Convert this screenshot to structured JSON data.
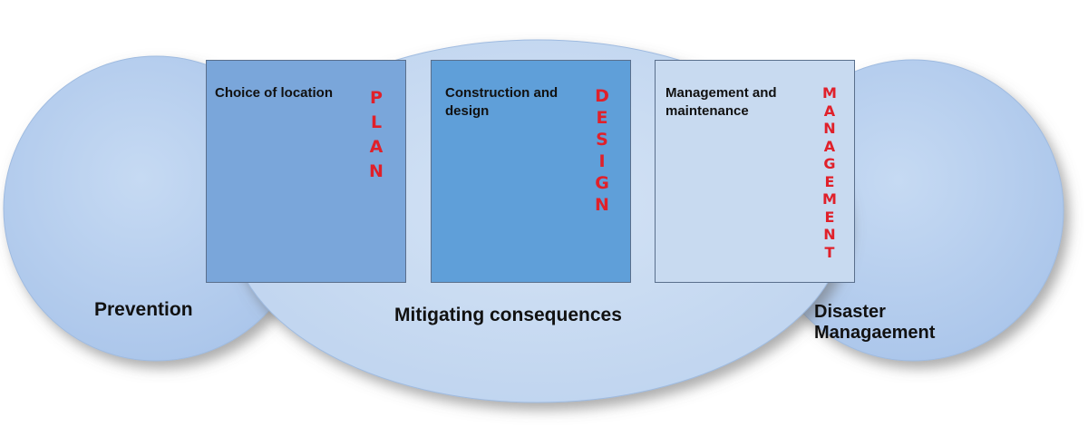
{
  "boxes": {
    "location": {
      "text": "Choice of location",
      "letters": [
        "P",
        "L",
        "A",
        "N"
      ]
    },
    "design": {
      "text": "Construction and design",
      "letters": [
        "D",
        "E",
        "S",
        "I",
        "G",
        "N"
      ]
    },
    "management": {
      "text": "Management and maintenance",
      "letters": [
        "M",
        "A",
        "N",
        "A",
        "G",
        "E",
        "M",
        "E",
        "N",
        "T"
      ]
    }
  },
  "labels": {
    "prevention": "Prevention",
    "mitigation": "Mitigating consequences",
    "disaster": "Disaster Managaement"
  },
  "colors": {
    "ellipse_fill": "#c9dcf2",
    "circle_fill": "#b8d0ee",
    "box_location": "#7aa6da",
    "box_design": "#5f9fd9",
    "box_management": "#c8daf0",
    "letter_red": "#e0202a"
  }
}
